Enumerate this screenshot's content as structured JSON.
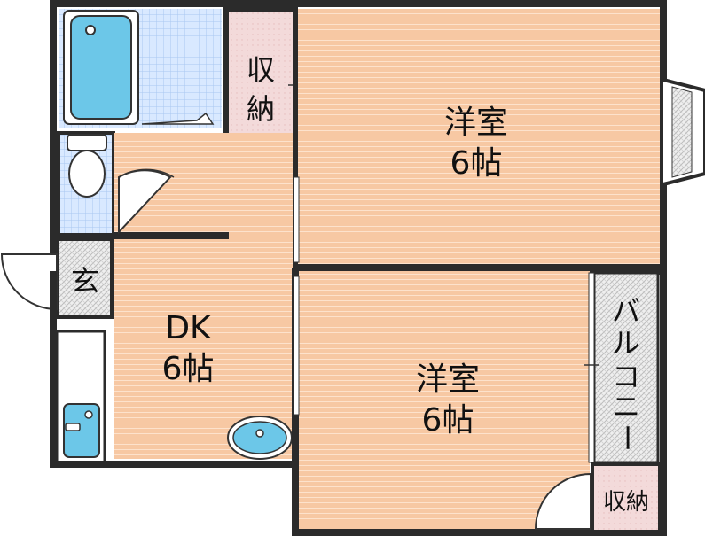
{
  "rooms": {
    "western_upper": {
      "name": "洋室",
      "size": "6帖"
    },
    "western_lower": {
      "name": "洋室",
      "size": "6帖"
    },
    "dk": {
      "name": "DK",
      "size": "6帖"
    }
  },
  "storage_upper": {
    "line1": "収",
    "line2": "納"
  },
  "storage_lower": {
    "label": "収納"
  },
  "entrance": {
    "label": "玄"
  },
  "balcony": {
    "chars": [
      "バ",
      "ル",
      "コ",
      "ニ",
      "ー"
    ]
  },
  "colors": {
    "wall": "#2b2b2b",
    "room_floor": "#f7c8a3",
    "stripe": "#ffffff",
    "tile": "#cfe3ff",
    "fixture": "#6cc7e8",
    "storage": "#f3dada",
    "balcony_hatch": "#bdbdbd"
  }
}
